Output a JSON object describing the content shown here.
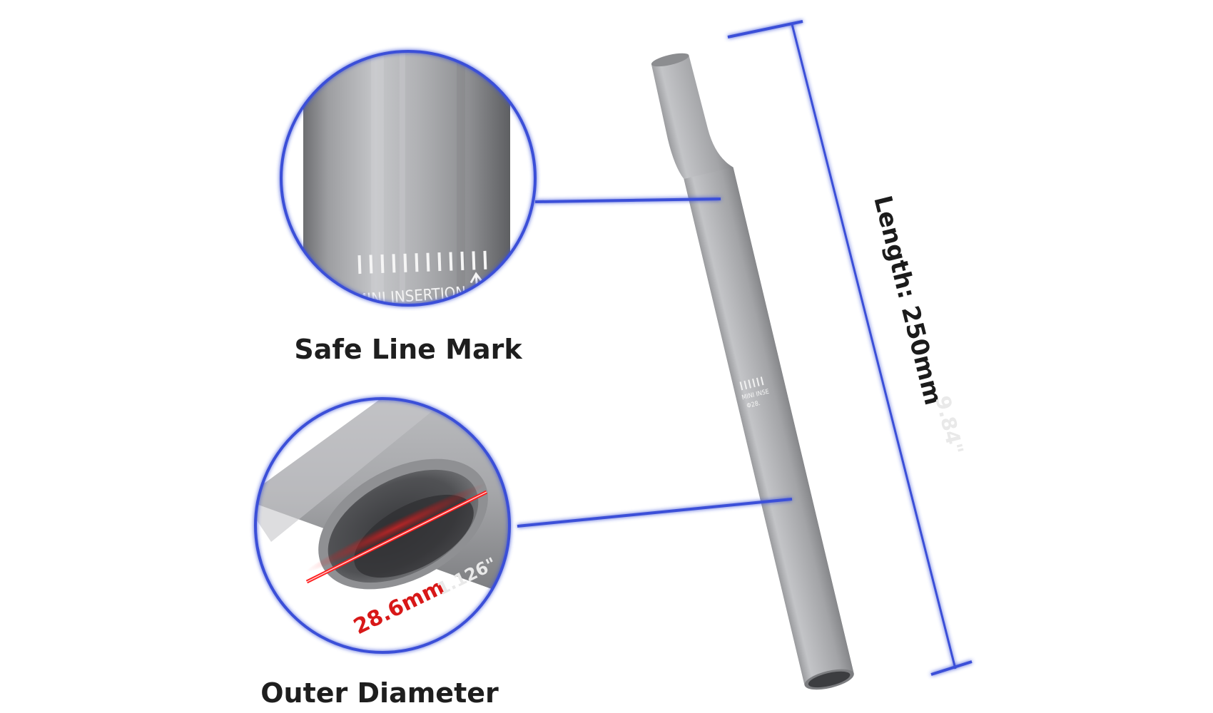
{
  "callouts": {
    "safe_line": {
      "title": "Safe Line Mark",
      "engraving": "MINI INSERTION"
    },
    "diameter": {
      "title": "Outer Diameter",
      "measure_mm": "28.6mm",
      "measure_inch": "1.126\""
    }
  },
  "product": {
    "length_label": "Length: 250mm",
    "length_inch": "9.84\"",
    "engraving_line1": "MINI INSE",
    "engraving_line2": "Φ28."
  },
  "colors": {
    "accent_blue": "#3b4fd8",
    "measure_red": "#e01010",
    "metal_light": "#c9cacc",
    "metal_dark": "#8e8f92"
  }
}
